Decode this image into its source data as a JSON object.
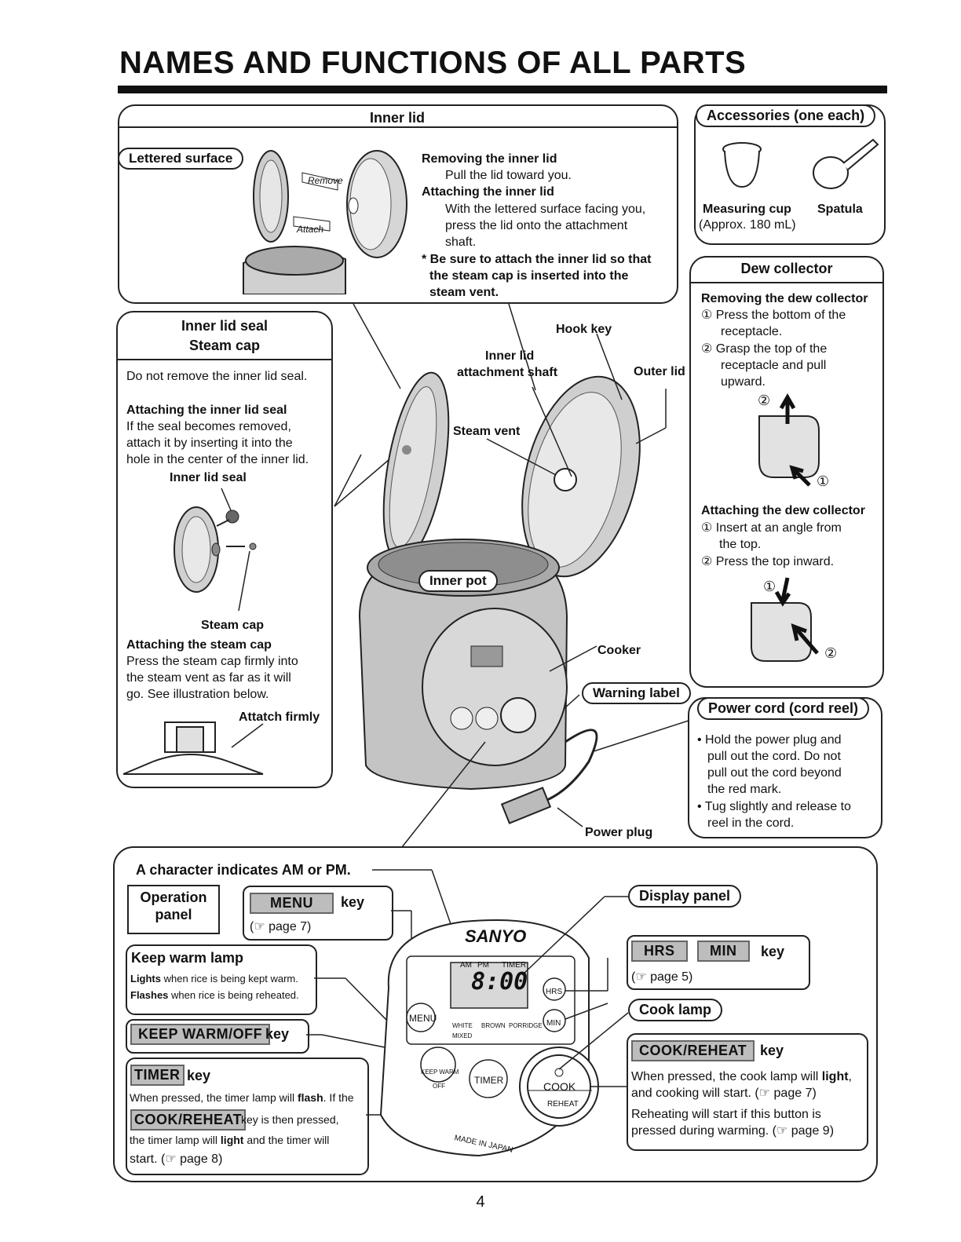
{
  "page_title": "NAMES AND FUNCTIONS OF ALL PARTS",
  "page_number": "4",
  "inner_lid": {
    "header": "Inner lid",
    "lettered_surface": "Lettered surface",
    "remove_tag": "Remove",
    "attach_tag": "Attach",
    "removing_title": "Removing the inner lid",
    "removing_text": "Pull the lid toward you.",
    "attaching_title": "Attaching the inner lid",
    "attaching_text": [
      "With the lettered surface facing you,",
      "press the lid onto the attachment",
      "shaft."
    ],
    "note": [
      "* Be sure to attach the inner lid so that",
      "the steam cap is inserted into the",
      "steam vent."
    ]
  },
  "accessories": {
    "header": "Accessories (one each)",
    "cup_label": "Measuring cup",
    "cup_note": "(Approx. 180 mL)",
    "spatula_label": "Spatula"
  },
  "dew_collector": {
    "header": "Dew collector",
    "removing_title": "Removing the dew collector",
    "removing_steps": [
      "① Press the bottom of the",
      "receptacle.",
      "② Grasp the top of the",
      "receptacle and pull",
      "upward."
    ],
    "attaching_title": "Attaching the dew collector",
    "attaching_steps": [
      "① Insert at an angle from",
      "the top.",
      "② Press the top inward."
    ],
    "mark1": "①",
    "mark2": "②"
  },
  "seal": {
    "header1": "Inner lid seal",
    "header2": "Steam cap",
    "warning": "Do not remove the inner lid seal.",
    "attach_seal_title": "Attaching the inner lid seal",
    "attach_seal_text": [
      "If the seal becomes removed,",
      "attach it by inserting it into the",
      "hole in the center of the inner lid."
    ],
    "seal_label": "Inner lid seal",
    "cap_label": "Steam cap",
    "attach_cap_title": "Attaching the steam cap",
    "attach_cap_text": [
      "Press the steam cap firmly into",
      "the steam vent as far as it will",
      "go. See illustration below."
    ],
    "attach_firmly": "Attatch firmly"
  },
  "callouts": {
    "hook_key": "Hook key",
    "shaft": [
      "Inner lid",
      "attachment shaft"
    ],
    "outer_lid": "Outer lid",
    "steam_vent": "Steam vent",
    "inner_pot": "Inner pot",
    "cooker": "Cooker",
    "warning_label": "Warning label",
    "power_plug": "Power plug"
  },
  "power_cord": {
    "header": "Power cord (cord reel)",
    "lines": [
      "• Hold the power plug and",
      "pull out the cord. Do not",
      "pull out the cord beyond",
      "the red mark.",
      "• Tug slightly and release to",
      "reel in the cord."
    ]
  },
  "panel": {
    "am_pm_note": "A character indicates AM or PM.",
    "operation_panel": [
      "Operation",
      "panel"
    ],
    "menu_key": "MENU",
    "key_word": "key",
    "menu_ref": "(☞ page 7)",
    "keep_warm_lamp": "Keep warm lamp",
    "lights_bold": "Lights",
    "lights_text": " when rice is being kept warm.",
    "flashes_bold": "Flashes",
    "flashes_text": " when rice is being reheated.",
    "keep_warm_key": "KEEP WARM/OFF",
    "timer_key": "TIMER",
    "timer_desc_1a": "When pressed, the timer lamp will ",
    "timer_desc_1b": "flash",
    "timer_desc_1c": ". If the",
    "cook_reheat_key": "COOK/REHEAT",
    "timer_desc_2": " key is then pressed,",
    "timer_desc_3a": "the timer lamp will ",
    "timer_desc_3b": "light",
    "timer_desc_3c": " and the timer will",
    "timer_desc_4": "start. (☞ page 8)",
    "display_panel": "Display panel",
    "hrs_key": "HRS",
    "min_key": "MIN",
    "hrs_ref": "(☞ page 5)",
    "cook_lamp": "Cook lamp",
    "cook_desc_1a": "When pressed, the cook lamp will ",
    "cook_desc_1b": "light",
    "cook_desc_1c": ",",
    "cook_desc_2": "and cooking will start. (☞ page 7)",
    "cook_desc_3": "Reheating will start if this button is",
    "cook_desc_4": "pressed during warming. (☞ page 9)",
    "brand": "SANYO",
    "display_am": "AM",
    "display_pm": "PM",
    "display_timer": "TIMER",
    "display_time": "8:00",
    "mode_white": "WHITE",
    "mode_brown": "BROWN",
    "mode_porridge": "PORRIDGE",
    "mode_mixed": "MIXED",
    "btn_menu": "MENU",
    "btn_hrs": "HRS",
    "btn_min": "MIN",
    "btn_keep_warm": "KEEP WARM",
    "btn_off": "OFF",
    "btn_timer": "TIMER",
    "btn_cook": "COOK",
    "btn_reheat": "REHEAT",
    "made_in": "MADE IN JAPAN"
  }
}
